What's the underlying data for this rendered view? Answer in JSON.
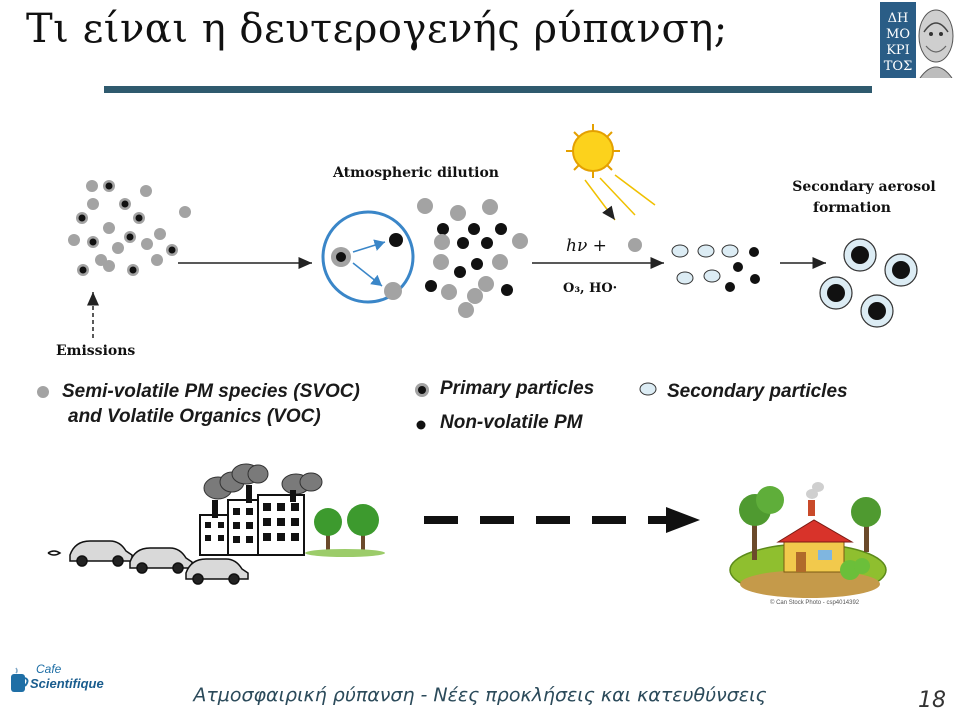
{
  "title": "Τι είναι η δευτερογενής ρύπανση;",
  "logo_text": "ΔΗΜΟΚΡΙΤΟΣ",
  "diagram": {
    "emissions_label": "Emissions",
    "dilution_label": "Atmospheric dilution",
    "reaction_top": "hν +",
    "reaction_bottom": "O₃, HO·",
    "formation_line1": "Secondary aerosol",
    "formation_line2": "formation"
  },
  "legend": {
    "svoc_line1": "Semi-volatile PM species (SVOC)",
    "svoc_line2": "and Volatile  Organics (VOC)",
    "primary": "Primary particles",
    "nonvolatile": "Non-volatile PM",
    "secondary": "Secondary particles"
  },
  "credit": "© Can Stock Photo - csp4014392",
  "footer": {
    "text": "Ατμοσφαιρική ρύπανση - Νέες προκλήσεις και κατευθύνσεις",
    "page": "18",
    "cafe_line1": "Cafe",
    "cafe_line2": "Scientifique"
  },
  "colors": {
    "accent": "#2f5a6e",
    "gray_particle": "#a3a3a3",
    "circle_blue": "#3a86c8",
    "secondary_fill": "#dcecf4"
  }
}
